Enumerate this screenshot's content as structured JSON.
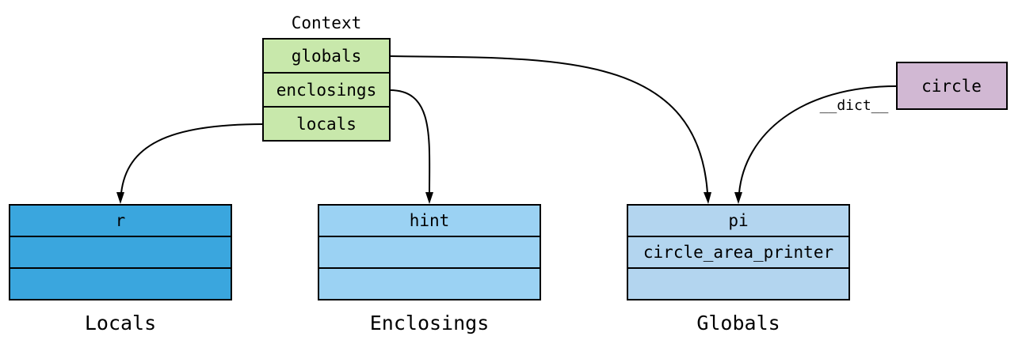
{
  "context": {
    "title": "Context",
    "fields": [
      "globals",
      "enclosings",
      "locals"
    ],
    "color": "#c8e8ab"
  },
  "circle": {
    "label": "circle",
    "color": "#d1b8d3"
  },
  "edge_labels": {
    "dict": "__dict__"
  },
  "namespaces": [
    {
      "caption": "Locals",
      "color": "#3aa6de",
      "cells": [
        "r",
        "",
        ""
      ]
    },
    {
      "caption": "Enclosings",
      "color": "#9bd2f3",
      "cells": [
        "hint",
        "",
        ""
      ]
    },
    {
      "caption": "Globals",
      "color": "#b3d5ef",
      "cells": [
        "pi",
        "circle_area_printer",
        ""
      ]
    }
  ],
  "colors": {
    "stroke": "#000000",
    "background": "#ffffff"
  }
}
